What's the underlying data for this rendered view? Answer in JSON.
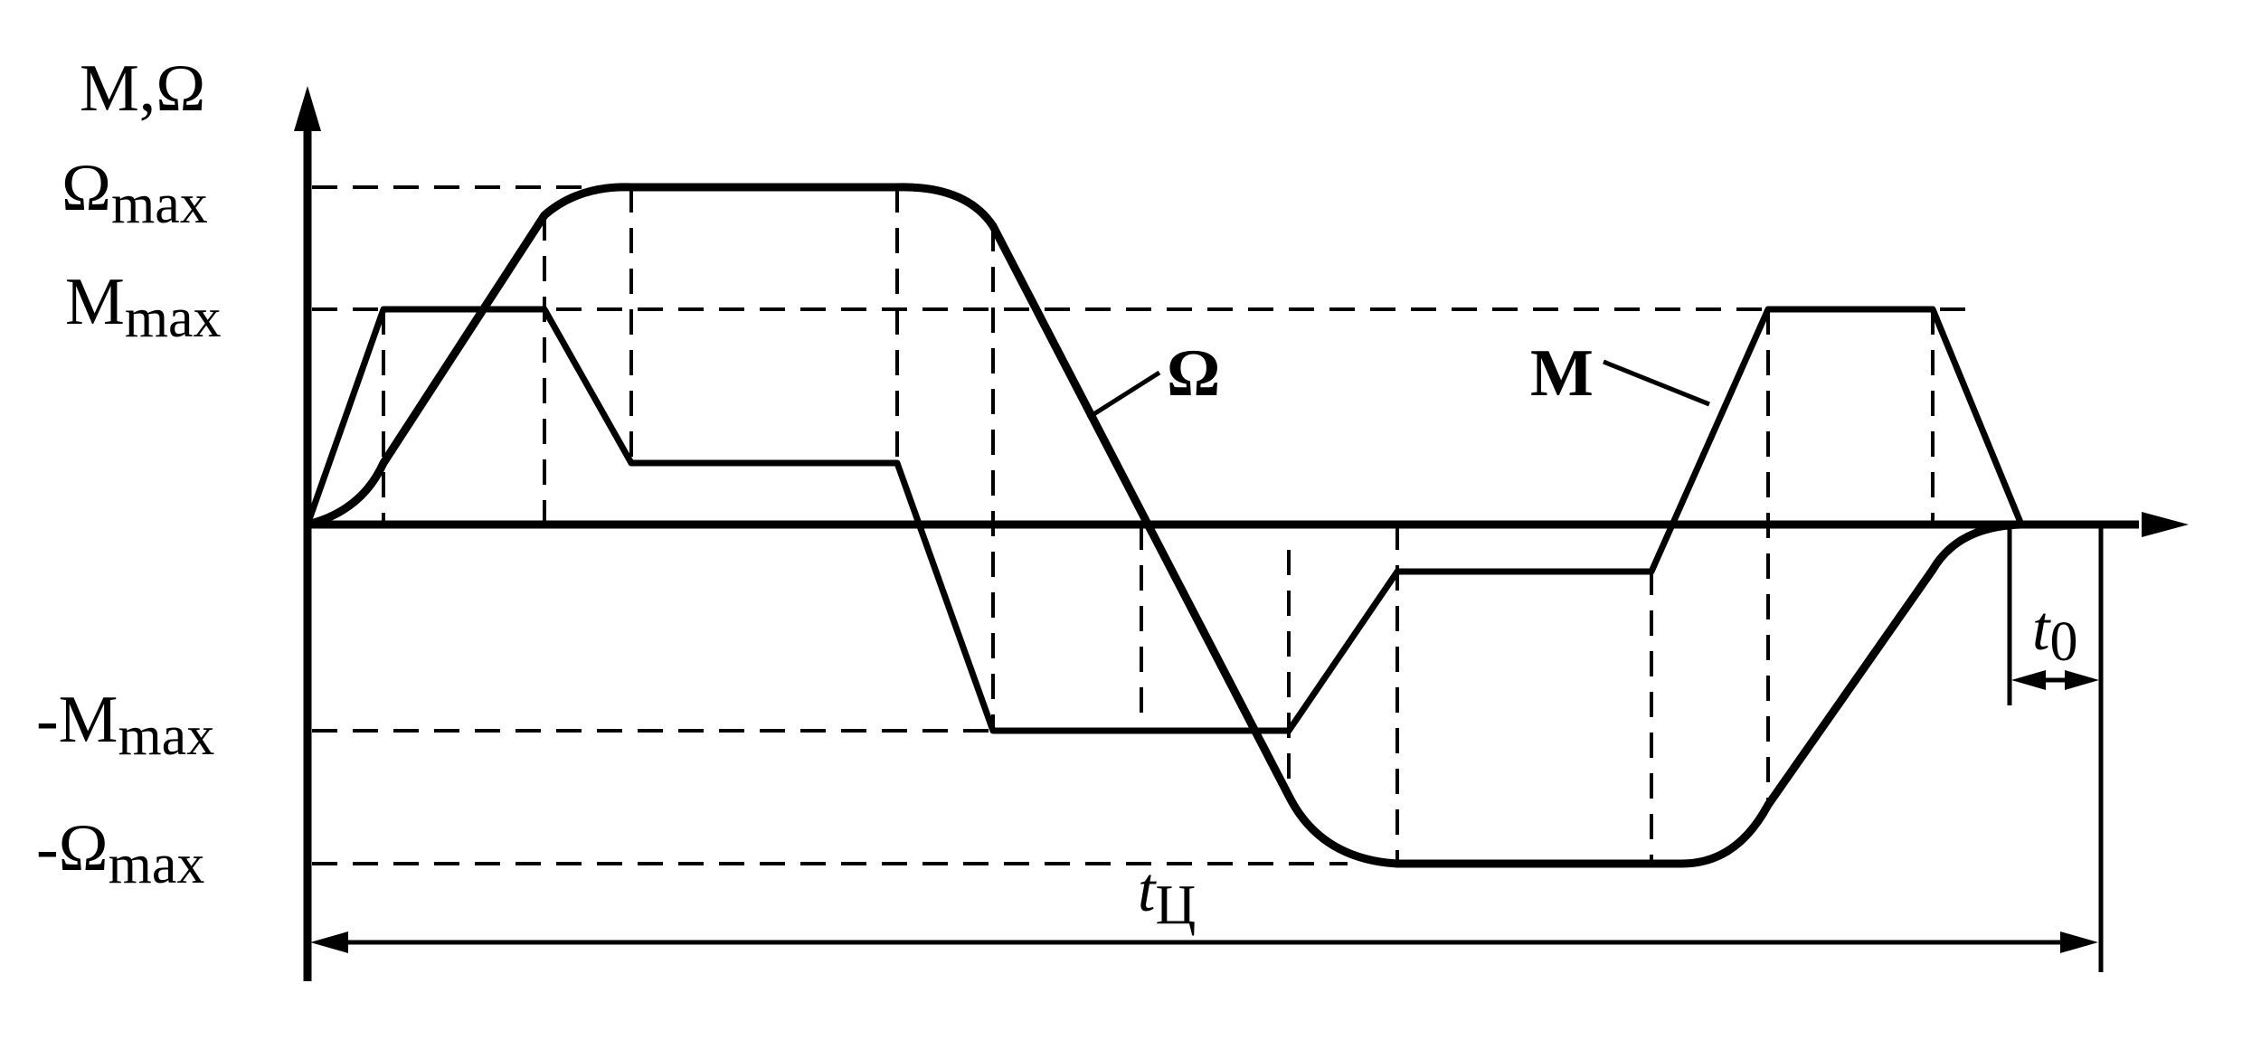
{
  "diagram": {
    "axis_label": {
      "main": "M,Ω"
    },
    "y_levels": [
      {
        "key": "omega_max",
        "prefix": "Ω",
        "sub": "max"
      },
      {
        "key": "m_max",
        "prefix": "M",
        "sub": "max"
      },
      {
        "key": "neg_m_max",
        "prefix": "-M",
        "sub": "max"
      },
      {
        "key": "neg_omega_max",
        "prefix": "-Ω",
        "sub": "max"
      }
    ],
    "curves": [
      {
        "key": "omega",
        "label": "Ω"
      },
      {
        "key": "moment",
        "label": "M"
      }
    ],
    "time_labels": {
      "cycle": {
        "main": "t",
        "sub": "Ц"
      },
      "pause": {
        "main": "t",
        "sub": "0"
      }
    },
    "colors": {
      "line": "#000000",
      "background": "#ffffff"
    }
  }
}
